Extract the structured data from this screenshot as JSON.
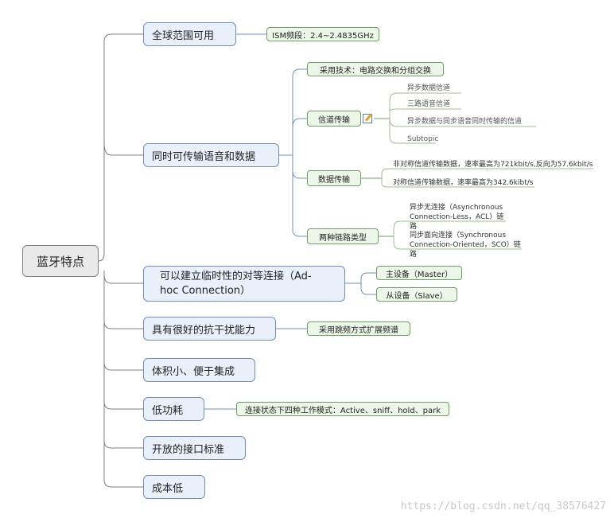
{
  "root": "蓝牙特点",
  "main_nodes": [
    "全球范围可用",
    "同时可传输语音和数据",
    "可以建立临时性的对等连接（Ad-hoc Connection）",
    "具有很好的抗干扰能力",
    "体积小、便于集成",
    "低功耗",
    "开放的接口标准",
    "成本低"
  ],
  "ism": "ISM频段：2.4~2.4835GHz",
  "data_voice": {
    "tech": "采用技术：电路交换和分组交换",
    "channel": "信道传输",
    "channel_items": [
      "异步数据信道",
      "三路语音信道",
      "异步数据与同步语音同时传输的信道",
      "Subtopic"
    ],
    "data": "数据传输",
    "data_items": [
      "非对称信道传输数据，速率最高为721kbit/s,反向为57.6kbit/s",
      "对称信道传输数据，速率最高为342.6kibt/s"
    ],
    "links": "两种链路类型",
    "link_items": [
      "异步无连接（Asynchronous Connection-Less，ACL）链路",
      "同步面向连接（Synchronous Connection-Oriented，SCO）链路"
    ]
  },
  "adhoc_items": [
    "主设备（Master）",
    "从设备（Slave）"
  ],
  "interference": "采用跳频方式扩展频谱",
  "power": "连接状态下四种工作模式：Active、sniff、hold、park",
  "watermark": "https://blog.csdn.net/qq_38576427",
  "colors": {
    "main_border": "#6f8fbf",
    "main_fill": "#e9f0fa",
    "sub_border": "#6aa160",
    "sub_fill": "#edf7e9"
  }
}
